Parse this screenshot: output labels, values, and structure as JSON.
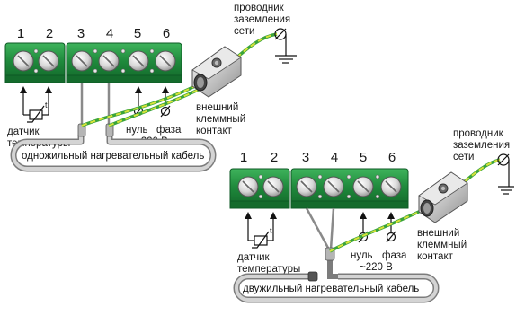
{
  "top": {
    "terminal_numbers": [
      "1",
      "2",
      "3",
      "4",
      "5",
      "6"
    ],
    "sensor_label": [
      "датчик",
      "температуры"
    ],
    "neutral_label": "нуль",
    "phase_label": "фаза",
    "voltage_label": "~220 В",
    "external_contact_label": [
      "внешний",
      "клеммный",
      "контакт"
    ],
    "ground_conductor_label": [
      "проводник",
      "заземления",
      "сети"
    ],
    "cable_label": "одножильный нагревательный кабель"
  },
  "bottom": {
    "terminal_numbers": [
      "1",
      "2",
      "3",
      "4",
      "5",
      "6"
    ],
    "sensor_label": [
      "датчик",
      "температуры"
    ],
    "neutral_label": "нуль",
    "phase_label": "фаза",
    "voltage_label": "~220 В",
    "external_contact_label": [
      "внешний",
      "клеммный",
      "контакт"
    ],
    "ground_conductor_label": [
      "проводник",
      "заземления",
      "сети"
    ],
    "cable_label": "двужильный нагревательный кабель"
  },
  "colors": {
    "terminal_green": "#1f8a3c",
    "terminal_dark": "#0f6a2c",
    "ground_wire_yellow": "#d8e23a",
    "ground_wire_green": "#3aa43a",
    "cable_gray": "#9a9a9a"
  }
}
